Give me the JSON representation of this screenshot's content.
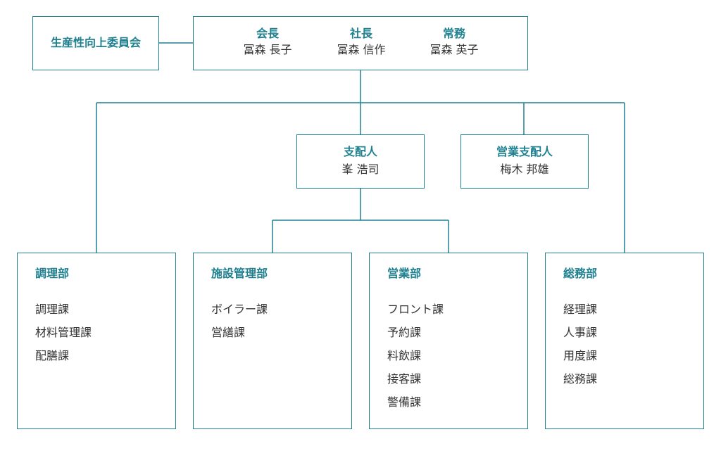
{
  "committee": {
    "label": "生産性向上委員会"
  },
  "executives": [
    {
      "role": "会長",
      "name": "冨森 長子"
    },
    {
      "role": "社長",
      "name": "冨森 信作"
    },
    {
      "role": "常務",
      "name": "冨森 英子"
    }
  ],
  "manager": {
    "role": "支配人",
    "name": "峯 浩司"
  },
  "sales_manager": {
    "role": "営業支配人",
    "name": "梅木 邦雄"
  },
  "departments": [
    {
      "name": "調理部",
      "sections": [
        "調理課",
        "材料管理課",
        "配膳課"
      ]
    },
    {
      "name": "施設管理部",
      "sections": [
        "ボイラー課",
        "営繕課"
      ]
    },
    {
      "name": "営業部",
      "sections": [
        "フロント課",
        "予約課",
        "料飲課",
        "接客課",
        "警備課"
      ]
    },
    {
      "name": "総務部",
      "sections": [
        "経理課",
        "人事課",
        "用度課",
        "総務課"
      ]
    }
  ],
  "colors": {
    "accent": "#1f8090",
    "text": "#333333"
  }
}
